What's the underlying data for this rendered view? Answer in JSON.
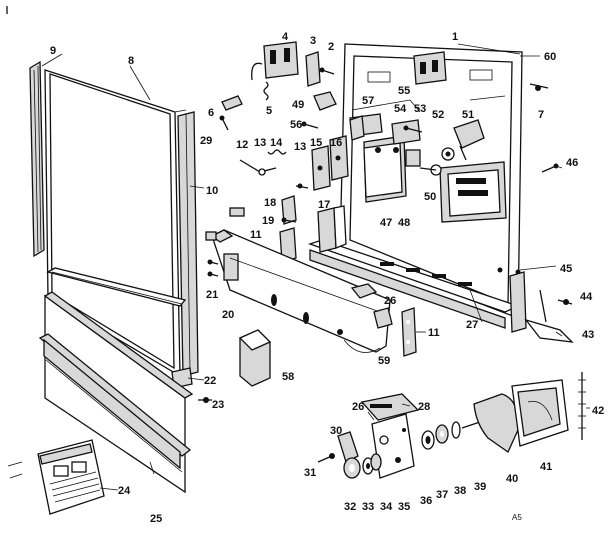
{
  "diagram": {
    "part_labels": [
      "1",
      "2",
      "3",
      "4",
      "5",
      "6",
      "7",
      "8",
      "9",
      "10",
      "11",
      "11",
      "12",
      "13",
      "13",
      "14",
      "15",
      "16",
      "17",
      "18",
      "19",
      "20",
      "21",
      "22",
      "23",
      "24",
      "25",
      "26",
      "26",
      "27",
      "28",
      "29",
      "30",
      "31",
      "32",
      "33",
      "34",
      "35",
      "36",
      "37",
      "38",
      "39",
      "40",
      "41",
      "42",
      "43",
      "44",
      "45",
      "46",
      "47",
      "48",
      "49",
      "50",
      "51",
      "52",
      "53",
      "54",
      "55",
      "56",
      "57",
      "58",
      "59",
      "60"
    ],
    "corner_mark": "A5"
  }
}
